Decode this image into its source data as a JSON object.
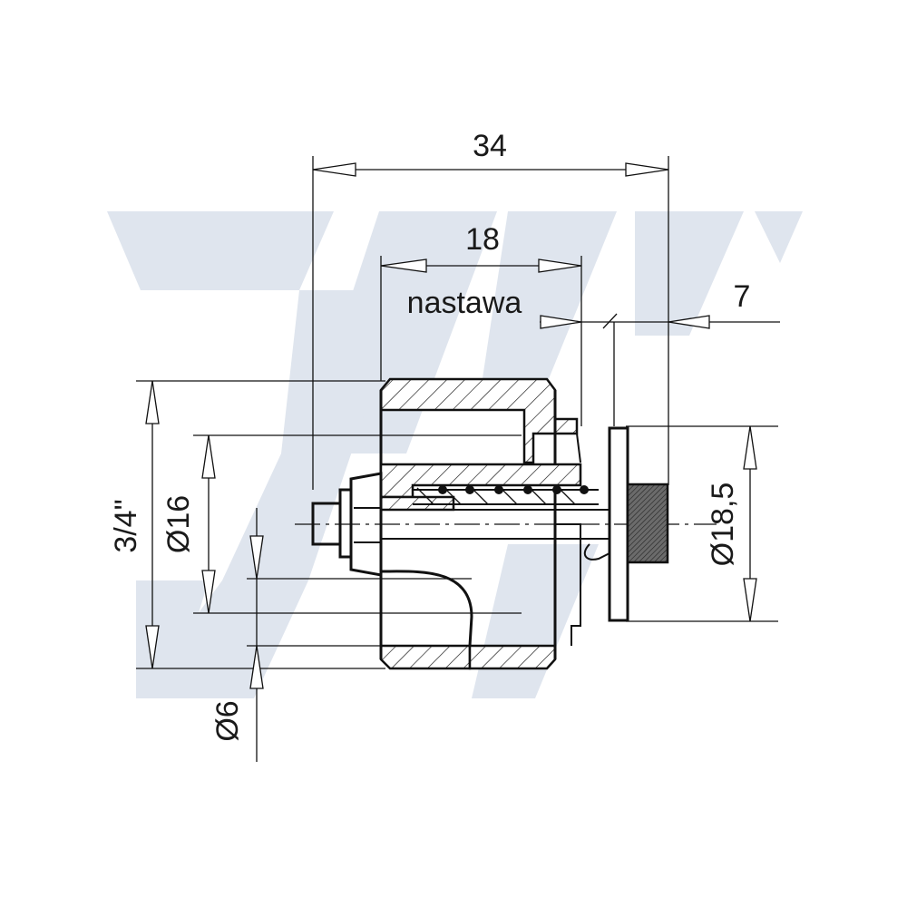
{
  "drawing": {
    "dimensions": {
      "overall_length": "34",
      "nastawa_length": "18",
      "nastawa_label": "nastawa",
      "cap_thickness": "7",
      "thread_size": "3/4\"",
      "bore_diameter": "Ø16",
      "stem_diameter": "Ø6",
      "cap_diameter": "Ø18,5"
    },
    "watermark": "VVV",
    "colors": {
      "line": "#111111",
      "watermark": "#dfe4ec",
      "cap_fill": "#555555"
    }
  }
}
